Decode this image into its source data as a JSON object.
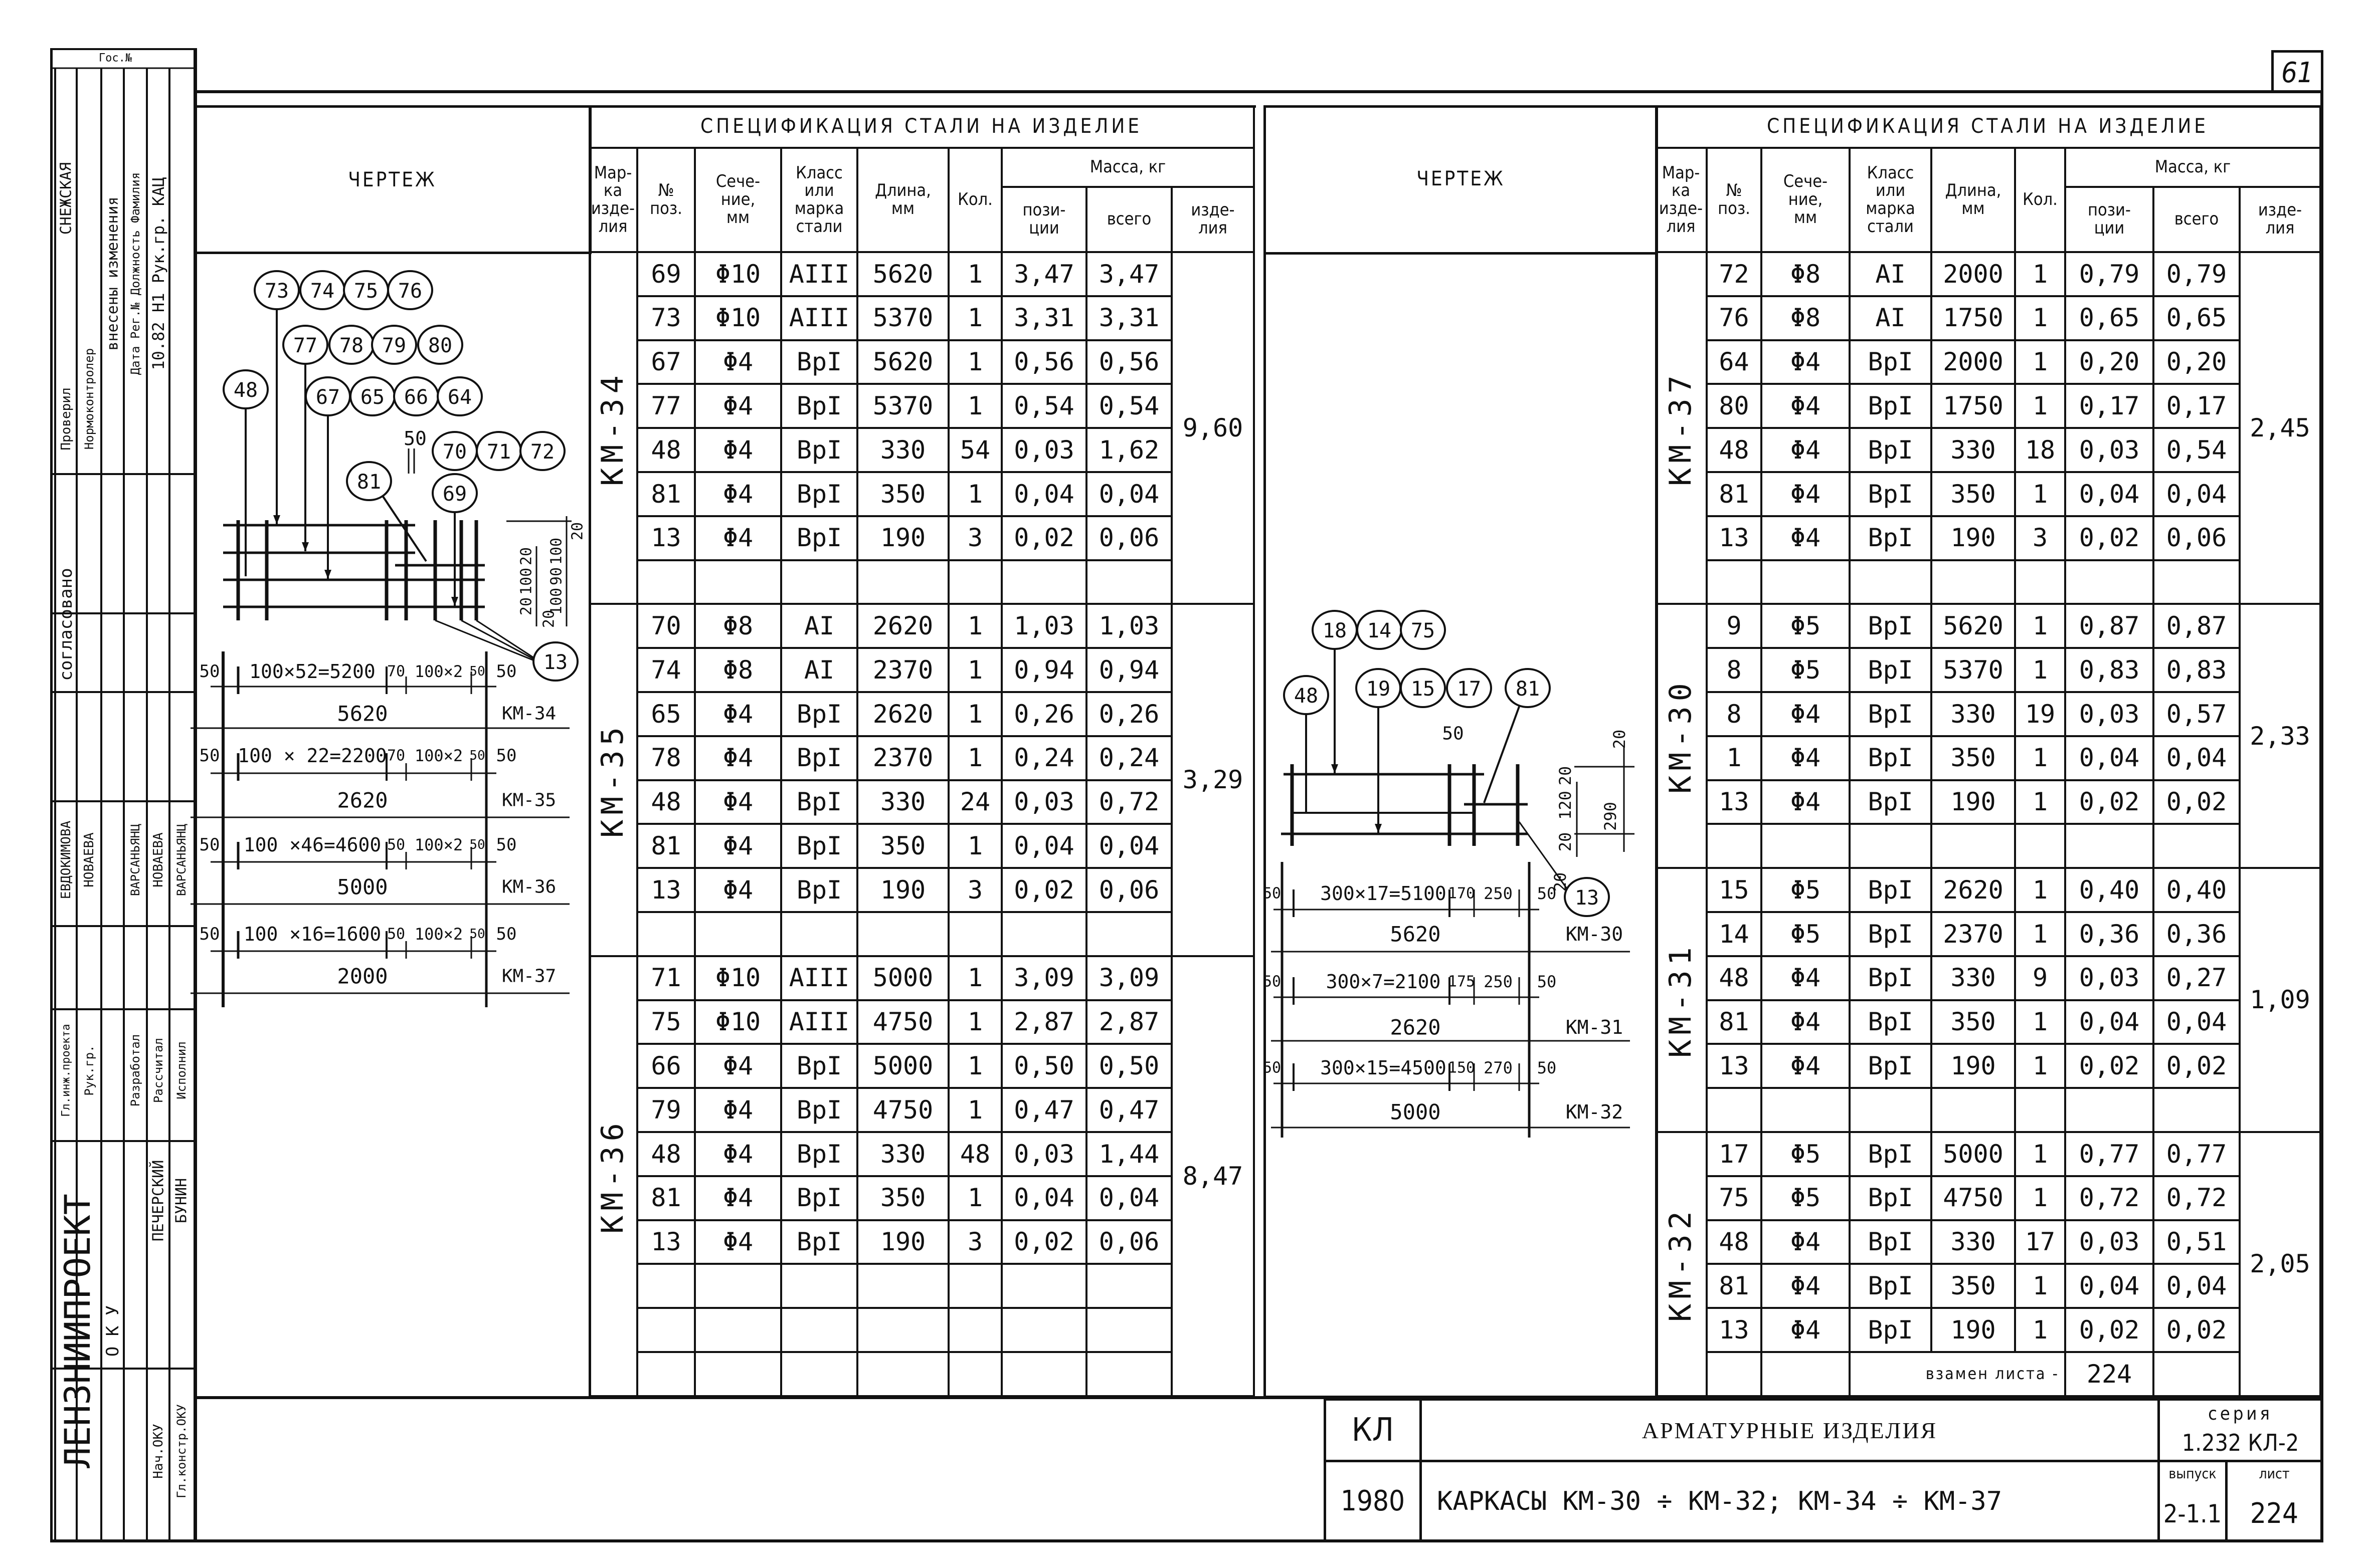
{
  "page_number": "61",
  "drawing_header": "ЧЕРТЕЖ",
  "spec_header": {
    "title": "СПЕЦИФИКАЦИЯ СТАЛИ НА ИЗДЕЛИЕ",
    "mark": "Мар-\nка\nизде-\nлия",
    "pos": "№\nпоз.",
    "section": "Сече-\nние,\nмм",
    "class": "Класс\nили\nмарка\nстали",
    "length": "Длина,\nмм",
    "qty": "Кол.",
    "mass": "Масса, кг",
    "mass_pos": "пози-\nции",
    "mass_total": "всего",
    "mass_item": "изде-\nлия"
  },
  "left_table": {
    "groups": [
      {
        "mark": "КМ-34",
        "item_mass": "9,60",
        "size": 8,
        "rows": [
          [
            "69",
            "Φ10",
            "АIII",
            "5620",
            "1",
            "3,47",
            "3,47"
          ],
          [
            "73",
            "Φ10",
            "АIII",
            "5370",
            "1",
            "3,31",
            "3,31"
          ],
          [
            "67",
            "Φ4",
            "ВрI",
            "5620",
            "1",
            "0,56",
            "0,56"
          ],
          [
            "77",
            "Φ4",
            "ВрI",
            "5370",
            "1",
            "0,54",
            "0,54"
          ],
          [
            "48",
            "Φ4",
            "ВрI",
            "330",
            "54",
            "0,03",
            "1,62"
          ],
          [
            "81",
            "Φ4",
            "ВрI",
            "350",
            "1",
            "0,04",
            "0,04"
          ],
          [
            "13",
            "Φ4",
            "ВрI",
            "190",
            "3",
            "0,02",
            "0,06"
          ]
        ]
      },
      {
        "mark": "КМ-35",
        "item_mass": "3,29",
        "size": 8,
        "rows": [
          [
            "70",
            "Φ8",
            "АI",
            "2620",
            "1",
            "1,03",
            "1,03"
          ],
          [
            "74",
            "Φ8",
            "АI",
            "2370",
            "1",
            "0,94",
            "0,94"
          ],
          [
            "65",
            "Φ4",
            "ВрI",
            "2620",
            "1",
            "0,26",
            "0,26"
          ],
          [
            "78",
            "Φ4",
            "ВрI",
            "2370",
            "1",
            "0,24",
            "0,24"
          ],
          [
            "48",
            "Φ4",
            "ВрI",
            "330",
            "24",
            "0,03",
            "0,72"
          ],
          [
            "81",
            "Φ4",
            "ВрI",
            "350",
            "1",
            "0,04",
            "0,04"
          ],
          [
            "13",
            "Φ4",
            "ВрI",
            "190",
            "3",
            "0,02",
            "0,06"
          ]
        ]
      },
      {
        "mark": "КМ-36",
        "item_mass": "8,47",
        "size": 10,
        "rows": [
          [
            "71",
            "Φ10",
            "АIII",
            "5000",
            "1",
            "3,09",
            "3,09"
          ],
          [
            "75",
            "Φ10",
            "АIII",
            "4750",
            "1",
            "2,87",
            "2,87"
          ],
          [
            "66",
            "Φ4",
            "ВрI",
            "5000",
            "1",
            "0,50",
            "0,50"
          ],
          [
            "79",
            "Φ4",
            "ВрI",
            "4750",
            "1",
            "0,47",
            "0,47"
          ],
          [
            "48",
            "Φ4",
            "ВрI",
            "330",
            "48",
            "0,03",
            "1,44"
          ],
          [
            "81",
            "Φ4",
            "ВрI",
            "350",
            "1",
            "0,04",
            "0,04"
          ],
          [
            "13",
            "Φ4",
            "ВрI",
            "190",
            "3",
            "0,02",
            "0,06"
          ]
        ]
      }
    ]
  },
  "right_table": {
    "groups": [
      {
        "mark": "КМ-37",
        "item_mass": "2,45",
        "size": 8,
        "rows": [
          [
            "72",
            "Φ8",
            "АI",
            "2000",
            "1",
            "0,79",
            "0,79"
          ],
          [
            "76",
            "Φ8",
            "АI",
            "1750",
            "1",
            "0,65",
            "0,65"
          ],
          [
            "64",
            "Φ4",
            "ВрI",
            "2000",
            "1",
            "0,20",
            "0,20"
          ],
          [
            "80",
            "Φ4",
            "ВрI",
            "1750",
            "1",
            "0,17",
            "0,17"
          ],
          [
            "48",
            "Φ4",
            "ВрI",
            "330",
            "18",
            "0,03",
            "0,54"
          ],
          [
            "81",
            "Φ4",
            "ВрI",
            "350",
            "1",
            "0,04",
            "0,04"
          ],
          [
            "13",
            "Φ4",
            "ВрI",
            "190",
            "3",
            "0,02",
            "0,06"
          ]
        ]
      },
      {
        "mark": "КМ-30",
        "item_mass": "2,33",
        "size": 6,
        "rows": [
          [
            "9",
            "Φ5",
            "ВрI",
            "5620",
            "1",
            "0,87",
            "0,87"
          ],
          [
            "8",
            "Φ5",
            "ВрI",
            "5370",
            "1",
            "0,83",
            "0,83"
          ],
          [
            "8",
            "Φ4",
            "ВрI",
            "330",
            "19",
            "0,03",
            "0,57"
          ],
          [
            "1",
            "Φ4",
            "ВрI",
            "350",
            "1",
            "0,04",
            "0,04"
          ],
          [
            "13",
            "Φ4",
            "ВрI",
            "190",
            "1",
            "0,02",
            "0,02"
          ]
        ]
      },
      {
        "mark": "КМ-31",
        "item_mass": "1,09",
        "size": 6,
        "rows": [
          [
            "15",
            "Φ5",
            "ВрI",
            "2620",
            "1",
            "0,40",
            "0,40"
          ],
          [
            "14",
            "Φ5",
            "ВрI",
            "2370",
            "1",
            "0,36",
            "0,36"
          ],
          [
            "48",
            "Φ4",
            "ВрI",
            "330",
            "9",
            "0,03",
            "0,27"
          ],
          [
            "81",
            "Φ4",
            "ВрI",
            "350",
            "1",
            "0,04",
            "0,04"
          ],
          [
            "13",
            "Φ4",
            "ВрI",
            "190",
            "1",
            "0,02",
            "0,02"
          ]
        ]
      },
      {
        "mark": "КМ-32",
        "item_mass": "2,05",
        "size": 6,
        "rows": [
          [
            "17",
            "Φ5",
            "ВрI",
            "5000",
            "1",
            "0,77",
            "0,77"
          ],
          [
            "75",
            "Φ5",
            "ВрI",
            "4750",
            "1",
            "0,72",
            "0,72"
          ],
          [
            "48",
            "Φ4",
            "ВрI",
            "330",
            "17",
            "0,03",
            "0,51"
          ],
          [
            "81",
            "Φ4",
            "ВрI",
            "350",
            "1",
            "0,04",
            "0,04"
          ],
          [
            "13",
            "Φ4",
            "ВрI",
            "190",
            "1",
            "0,02",
            "0,02"
          ]
        ],
        "footer": {
          "label": "взамен листа -",
          "value": "224"
        }
      }
    ]
  },
  "left_drawing": {
    "callouts_row1": [
      "73",
      "74",
      "75",
      "76"
    ],
    "callouts_row2": [
      "77",
      "78",
      "79",
      "80"
    ],
    "callouts_row3": [
      "67",
      "65",
      "66",
      "64"
    ],
    "callouts_row4": [
      "70",
      "71",
      "72"
    ],
    "callout_48": "48",
    "callout_81": "81",
    "callout_69": "69",
    "callout_13": "13",
    "dim_top": "50",
    "side_dims": [
      "20",
      "100",
      "20",
      "20",
      "100",
      "90",
      "100",
      "20"
    ],
    "frames": [
      {
        "spacing": "100×52=5200",
        "gap": "70",
        "pitch": "100×2",
        "end": "50",
        "length": "5620",
        "mark": "КМ-34"
      },
      {
        "spacing": "100 × 22=2200",
        "gap": "70",
        "pitch": "100×2",
        "end": "50",
        "length": "2620",
        "mark": "КМ-35"
      },
      {
        "spacing": "100 ×46=4600",
        "gap": "50",
        "pitch": "100×2",
        "end": "50",
        "length": "5000",
        "mark": "КМ-36"
      },
      {
        "spacing": "100 ×16=1600",
        "gap": "50",
        "pitch": "100×2",
        "end": "50",
        "length": "2000",
        "mark": "КМ-37"
      }
    ],
    "edge": "50"
  },
  "right_drawing": {
    "callouts_row1": [
      "18",
      "14",
      "75"
    ],
    "callouts_row2": [
      "19",
      "15",
      "17"
    ],
    "callout_48": "48",
    "callout_81": "81",
    "callout_13": "13",
    "dim_top": "50",
    "side_dims": [
      "20",
      "120",
      "20",
      "290",
      "20",
      "20"
    ],
    "frames": [
      {
        "spacing": "300×17=5100",
        "gap": "170",
        "tail": "250",
        "length": "5620",
        "mark": "КМ-30"
      },
      {
        "spacing": "300×7=2100",
        "gap": "175",
        "tail": "250",
        "length": "2620",
        "mark": "КМ-31"
      },
      {
        "spacing": "300×15=4500",
        "gap": "150",
        "tail": "270",
        "length": "5000",
        "mark": "КМ-32"
      }
    ],
    "edge": "50"
  },
  "title_block": {
    "org_code": "КЛ",
    "year": "1980",
    "title": "АРМАТУРНЫЕ ИЗДЕЛИЯ",
    "subtitle": "КАРКАСЫ КМ-30 ÷ КМ-32;  КМ-34 ÷ КМ-37",
    "series_label": "серия",
    "series": "1.232 КЛ-2",
    "issue_label": "выпуск",
    "issue": "2-1.1",
    "sheet_label": "лист",
    "sheet": "224"
  },
  "stamp": {
    "inv": "Гос.№",
    "checked_label": "Проверил",
    "checked_name": "СНЕЖСКАЯ",
    "norm_label": "Нормоконтролер",
    "changes": "внесены изменения",
    "changes_cols": "Дата  Рег.№  Должность  Фамилия",
    "change_row": "10.82  Н1  Рук.гр.  КАЦ",
    "agreed": "согласовано",
    "chief_label": "Гл.инж.проекта",
    "chief_name": "ЕВДОКИМОВА",
    "lead_label": "Рук.гр.",
    "lead_name": "НОВАЕВА",
    "dev_label": "Разработал",
    "dev_name": "ВАРСАНЬЯНЦ",
    "calc_label": "Рассчитал",
    "calc_name": "НОВАЕВА",
    "exec_label": "Исполнил",
    "exec_name": "ВАРСАНЬЯНЦ",
    "institute": "ЛЕНЗНИИПРОЕКТ",
    "dept": "О К У",
    "head_label": "Нач.ОКУ",
    "head_name": "ПЕЧЕРСКИЙ",
    "constr_label": "Гл.констр.ОКУ",
    "constr_name": "БУНИН"
  }
}
